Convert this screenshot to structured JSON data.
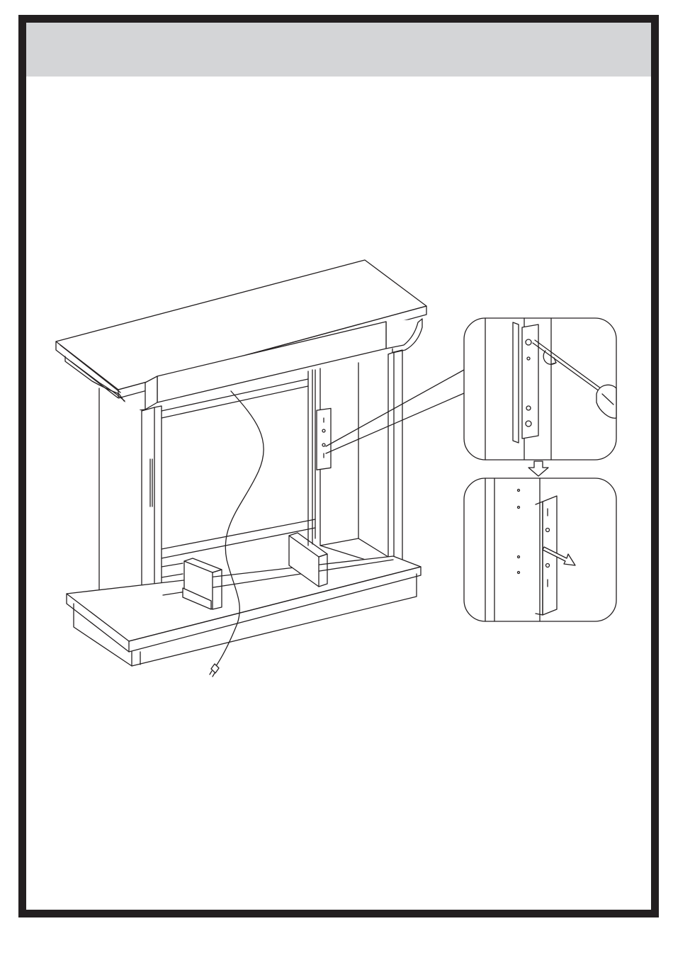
{
  "header": {
    "title": ""
  },
  "illustration": {
    "main": "mantel-assembly-rear-view",
    "detail_top": "bracket-screw-removal",
    "detail_bottom": "bracket-removed"
  }
}
